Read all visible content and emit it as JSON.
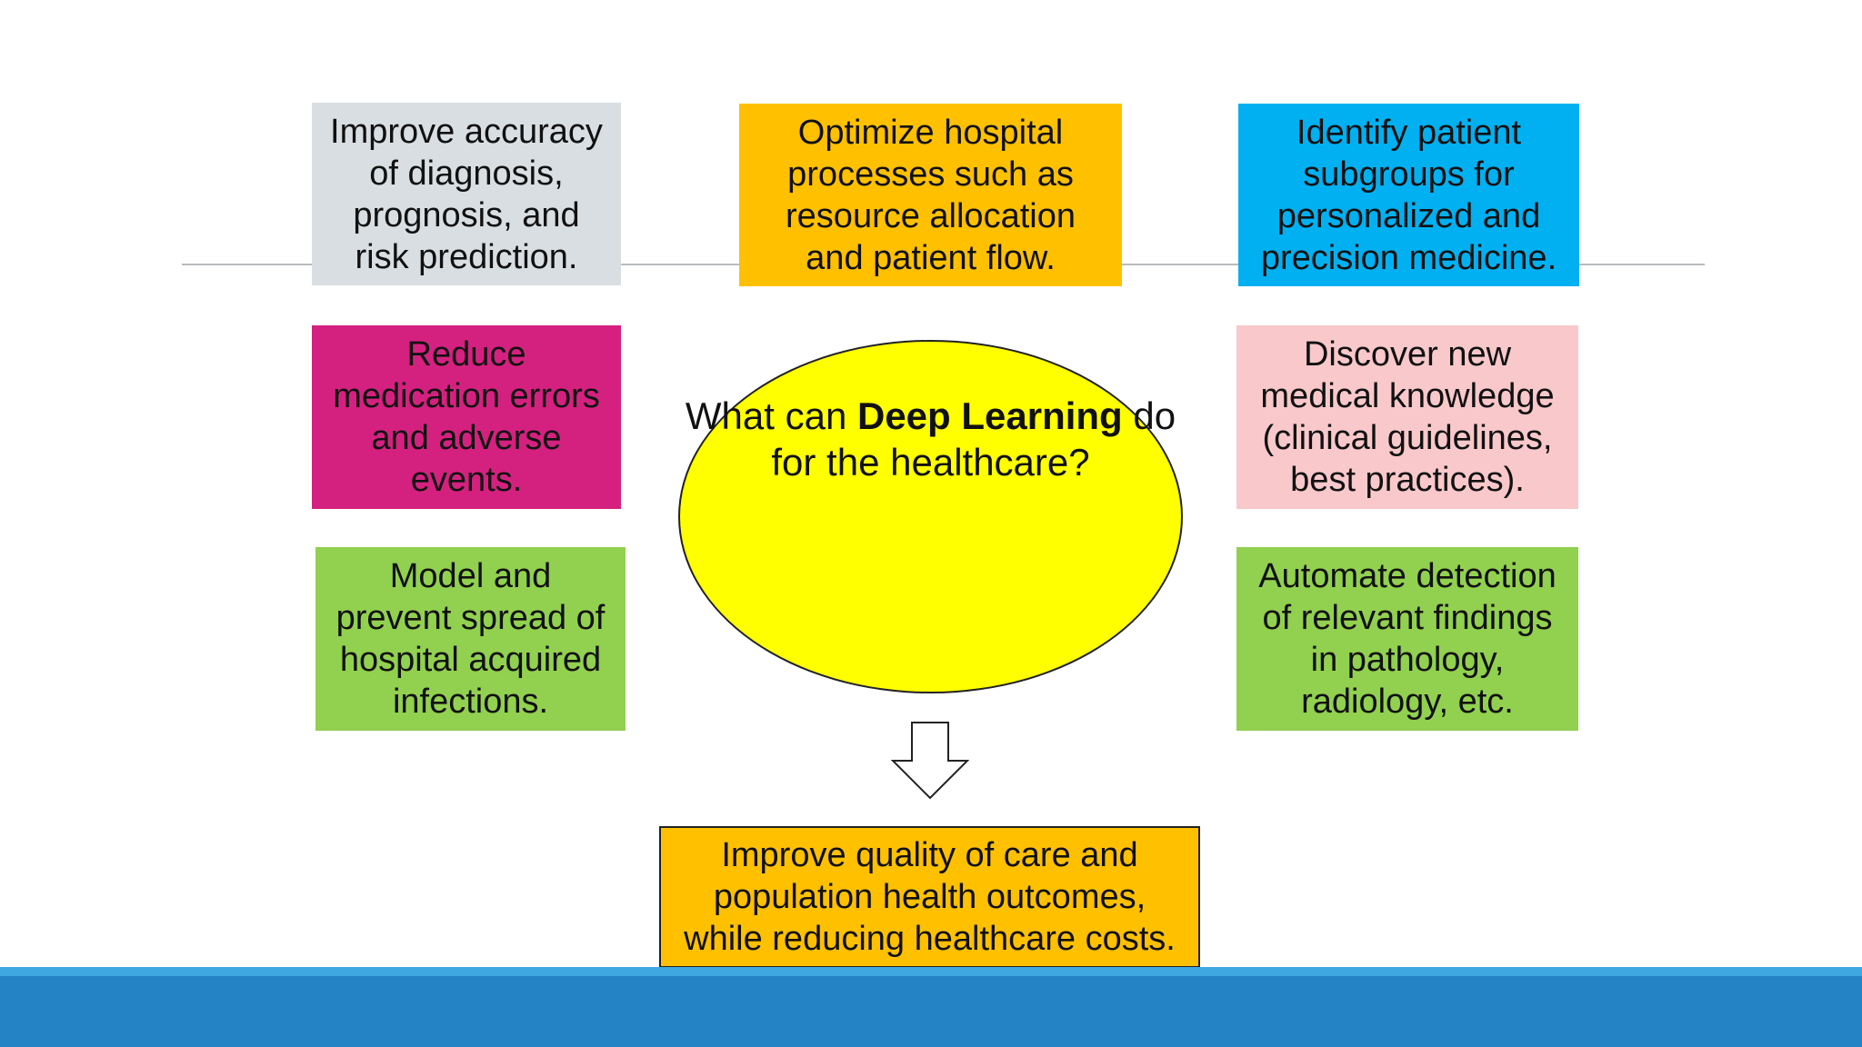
{
  "center": {
    "prefix": "What can ",
    "bold": "Deep Learning",
    "suffix": " do for the healthcare?"
  },
  "boxes": {
    "accuracy": "Improve accuracy\nof diagnosis,\nprognosis, and\nrisk prediction.",
    "optimize": "Optimize hospital\nprocesses such as\nresource allocation\nand patient flow.",
    "identify": "Identify patient\nsubgroups for\npersonalized and\nprecision medicine.",
    "reduce": "Reduce\nmedication errors\nand adverse\nevents.",
    "discover": "Discover new\nmedical knowledge\n(clinical guidelines,\nbest practices).",
    "model": "Model and\nprevent spread of\nhospital acquired\ninfections.",
    "automate": "Automate detection\nof relevant findings\nin pathology,\nradiology, etc.",
    "outcome": "Improve quality of care and\npopulation health outcomes,\nwhile reducing healthcare costs."
  },
  "colors": {
    "gray_box": "#d9dee2",
    "orange_box": "#ffc000",
    "blue_box": "#00b0f0",
    "magenta_box": "#d4217f",
    "pink_box": "#f9c8cb",
    "green_box": "#92d050",
    "ellipse": "#ffff00",
    "footer": "#2483c5"
  },
  "icons": {
    "arrow": "down-arrow-icon"
  }
}
